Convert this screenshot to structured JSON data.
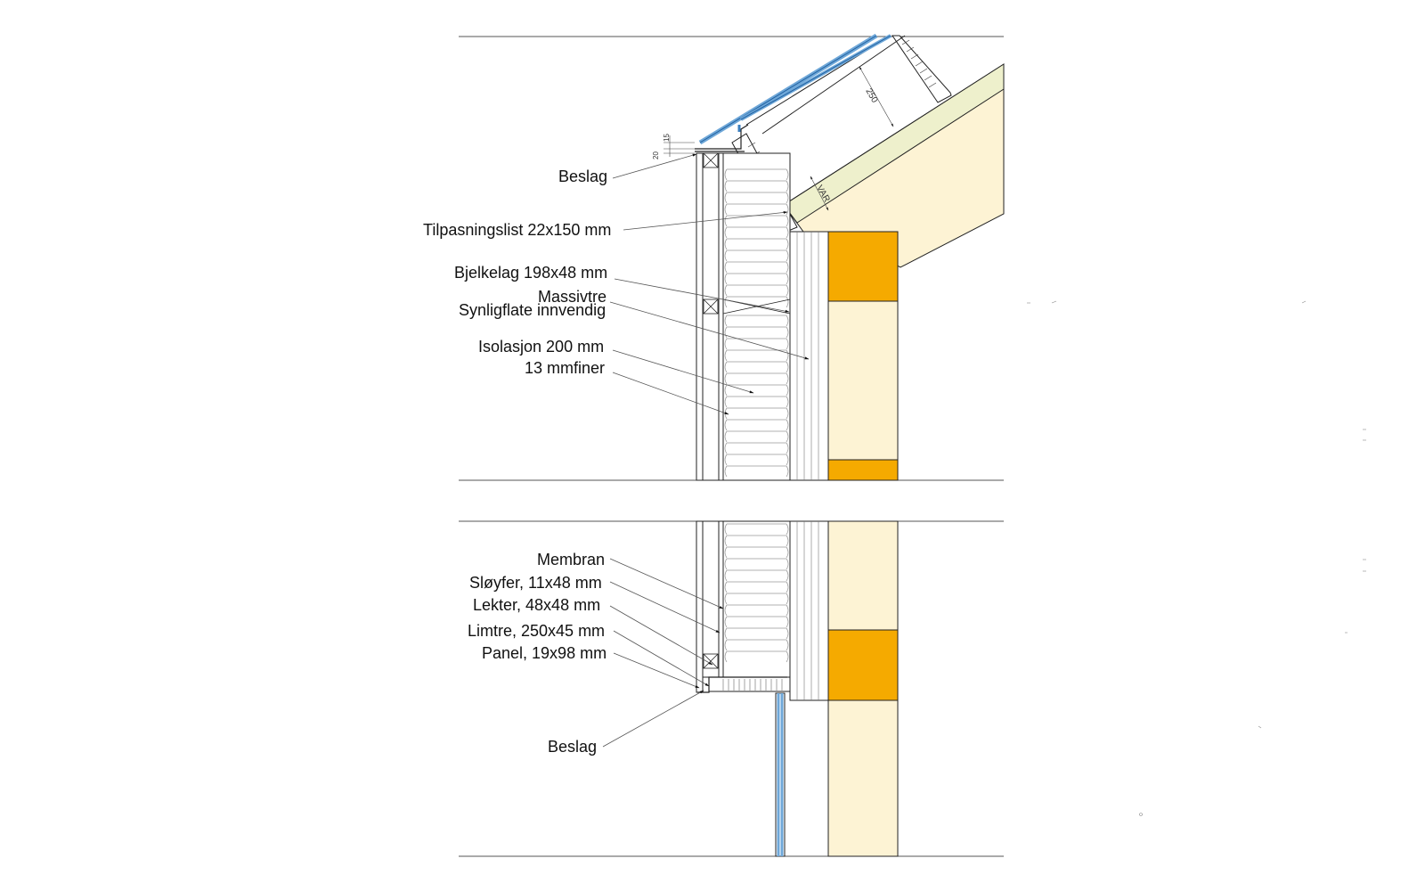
{
  "labels": {
    "beslag_top": "Beslag",
    "tilpasningslist": "Tilpasningslist 22x150 mm",
    "bjelkelag": "Bjelkelag 198x48 mm",
    "massivtre": "Massivtre",
    "synligflate": "Synligflate innvendig",
    "isolasjon": "Isolasjon 200 mm",
    "finer": "13 mmfiner",
    "membran": "Membran",
    "sloyfer": "Sløyfer, 11x48 mm",
    "lekter": "Lekter, 48x48 mm",
    "limtre": "Limtre, 250x45 mm",
    "panel": "Panel, 19x98 mm",
    "beslag_bottom": "Beslag"
  },
  "dimensions": {
    "d250": "250",
    "var": "VAR",
    "d20": "20",
    "d15": "15"
  },
  "colors": {
    "glulam": "#f5aa00",
    "clt": "#fdf3d4",
    "roof_green": "#eef0cc",
    "glass": "#6ea7d8",
    "line": "#111111"
  }
}
